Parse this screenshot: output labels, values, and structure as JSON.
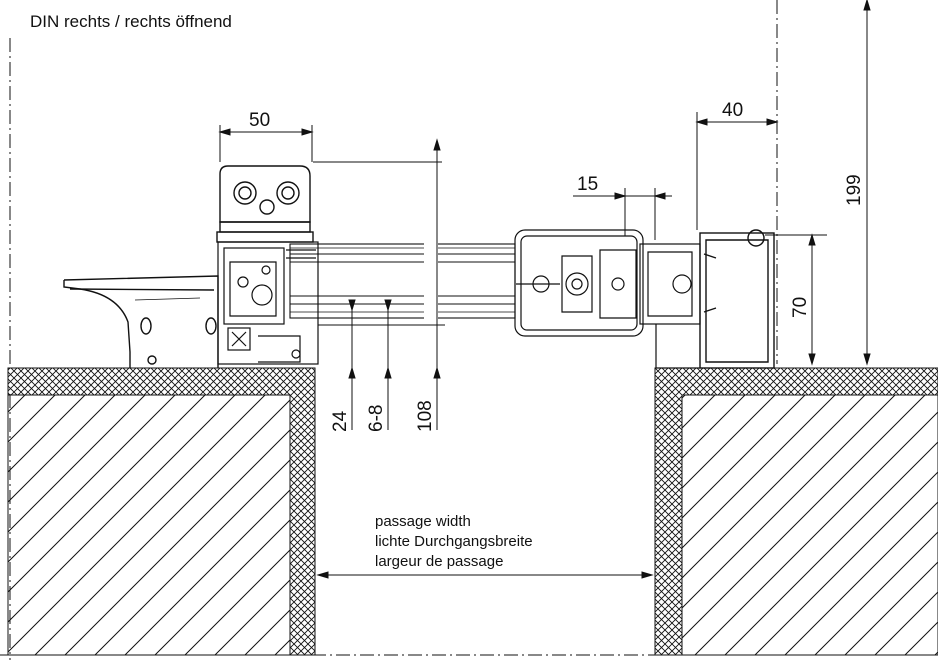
{
  "title": "DIN rechts / rechts öffnend",
  "passage": {
    "line1": "passage width",
    "line2": "lichte Durchgangsbreite",
    "line3": "largeur de passage"
  },
  "dimensions": {
    "d50": "50",
    "d40": "40",
    "d15": "15",
    "d199": "199",
    "d70": "70",
    "d24": "24",
    "d68": "6-8",
    "d108": "108"
  },
  "colors": {
    "line": "#111111",
    "background": "#ffffff"
  }
}
